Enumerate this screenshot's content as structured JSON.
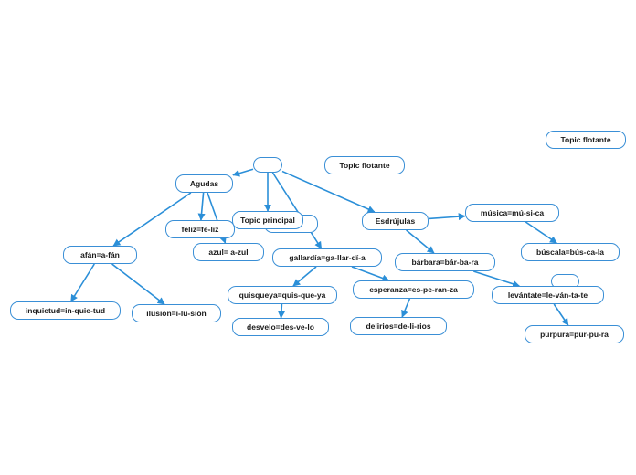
{
  "colors": {
    "line": "#2b8fd8",
    "border": "#3a8fd6",
    "text": "#1a1a1a"
  },
  "nodes": [
    {
      "id": "center",
      "label": ""
    },
    {
      "id": "agudas",
      "label": "Agudas"
    },
    {
      "id": "feliz",
      "label": "feliz=fe-liz"
    },
    {
      "id": "topic_principal",
      "label": "Topic principal"
    },
    {
      "id": "azul",
      "label": "azul= a-zul"
    },
    {
      "id": "afan",
      "label": "afán=a-fán"
    },
    {
      "id": "inquietud",
      "label": "inquietud=in-quie-tud"
    },
    {
      "id": "ilusion",
      "label": "ilusión=i-lu-sión"
    },
    {
      "id": "gallardia",
      "label": "gallardía=ga-llar-dí-a"
    },
    {
      "id": "quisqueya",
      "label": "quisqueya=quis-que-ya"
    },
    {
      "id": "desvelo",
      "label": "desvelo=des-ve-lo"
    },
    {
      "id": "esperanza",
      "label": "esperanza=es-pe-ran-za"
    },
    {
      "id": "delirios",
      "label": "delirios=de-li-rios"
    },
    {
      "id": "esdrujulas",
      "label": "Esdrújulas"
    },
    {
      "id": "musica",
      "label": "música=mú-si-ca"
    },
    {
      "id": "buscala",
      "label": "búscala=bús-ca-la"
    },
    {
      "id": "barbara",
      "label": "bárbara=bár-ba-ra"
    },
    {
      "id": "empty2",
      "label": ""
    },
    {
      "id": "levantate",
      "label": "levántate=le-ván-ta-te"
    },
    {
      "id": "purpura",
      "label": "púrpura=púr-pu-ra"
    },
    {
      "id": "topic_flotante_1",
      "label": "Topic flotante"
    },
    {
      "id": "topic_flotante_2",
      "label": "Topic flotante"
    },
    {
      "id": "hidden_node",
      "label": ""
    }
  ],
  "links": [
    [
      "center",
      "agudas"
    ],
    [
      "center",
      "topic_principal"
    ],
    [
      "center",
      "gallardia"
    ],
    [
      "center",
      "esdrujulas"
    ],
    [
      "agudas",
      "feliz"
    ],
    [
      "agudas",
      "azul"
    ],
    [
      "agudas",
      "afan"
    ],
    [
      "afan",
      "inquietud"
    ],
    [
      "afan",
      "ilusion"
    ],
    [
      "gallardia",
      "quisqueya"
    ],
    [
      "gallardia",
      "esperanza"
    ],
    [
      "quisqueya",
      "desvelo"
    ],
    [
      "esperanza",
      "delirios"
    ],
    [
      "esdrujulas",
      "musica"
    ],
    [
      "esdrujulas",
      "barbara"
    ],
    [
      "musica",
      "buscala"
    ],
    [
      "barbara",
      "levantate"
    ],
    [
      "levantate",
      "purpura"
    ]
  ]
}
